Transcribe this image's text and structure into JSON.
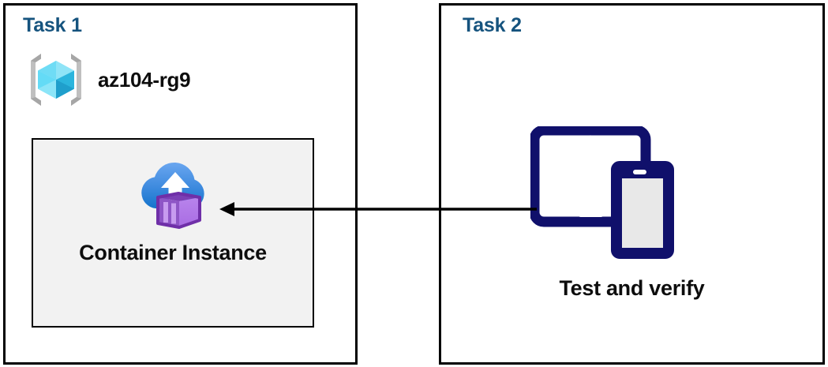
{
  "diagram": {
    "title": "Azure Container Instance task diagram",
    "background": "#ffffff",
    "colors": {
      "panel_border": "#000000",
      "task_title": "#15537e",
      "body_text": "#0d0d0d",
      "inner_box_fill": "#f2f2f2",
      "arrow": "#000000",
      "device_navy": "#10106b",
      "device_screen": "#e8e8e8",
      "rg_cube_light": "#6fe0f7",
      "rg_cube_mid": "#32c8ee",
      "rg_cube_dark": "#1f9fcc",
      "rg_bracket": "#a6a6a6",
      "cloud_top": "#5c9ced",
      "cloud_bottom": "#1b7ed2",
      "container_light": "#b07ce8",
      "container_dark": "#6f2fa8"
    }
  },
  "panels": [
    {
      "id": "task1",
      "title": "Task 1",
      "resource_group": {
        "icon": "azure-resource-group-icon",
        "label": "az104-rg9"
      },
      "resource": {
        "icon": "container-instance-icon",
        "label": "Container Instance"
      }
    },
    {
      "id": "task2",
      "title": "Task 2",
      "item": {
        "icon": "devices-tablet-phone-icon",
        "label": "Test and verify"
      }
    }
  ],
  "connector": {
    "name": "flow-arrow",
    "direction": "right-to-left",
    "from": "Test and verify",
    "to": "Container Instance",
    "stroke": "#000000"
  }
}
